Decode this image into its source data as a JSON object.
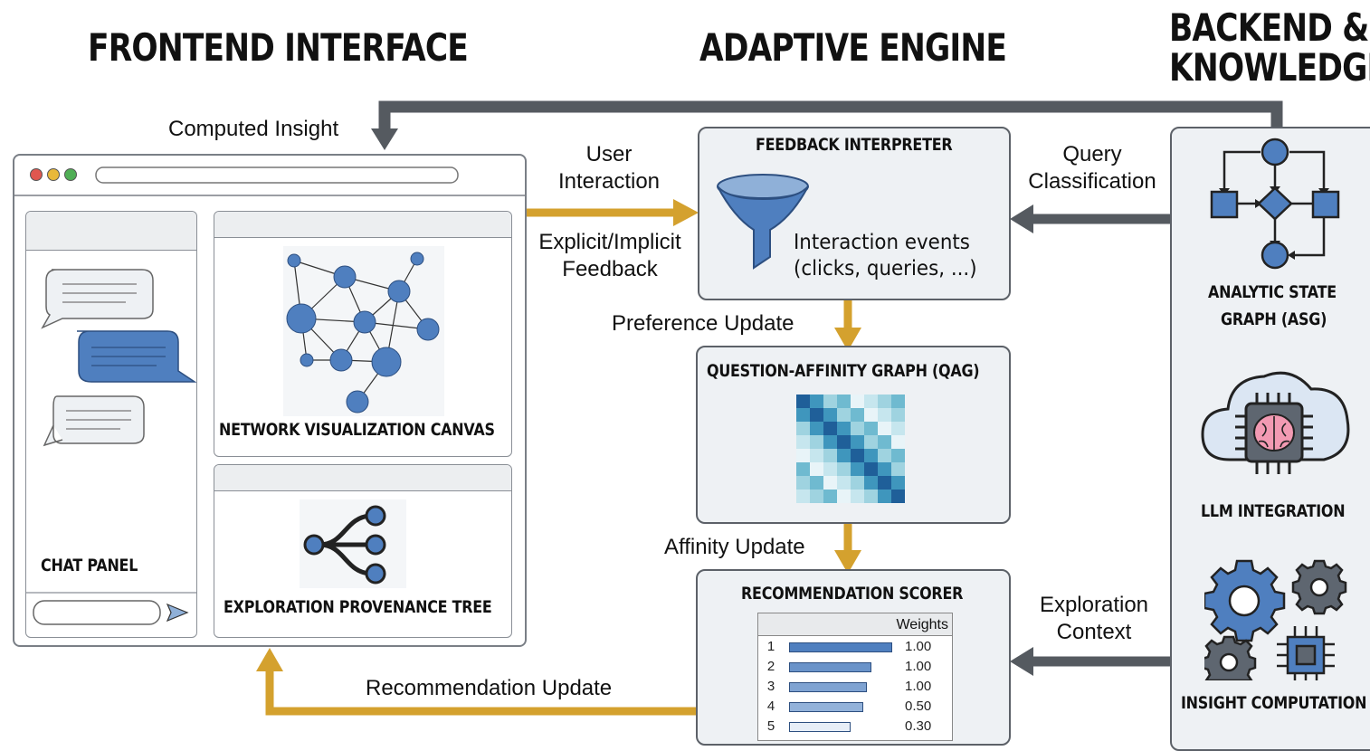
{
  "headings": {
    "frontend": "FRONTEND INTERFACE",
    "engine": "ADAPTIVE ENGINE",
    "backend_line1": "BACKEND &",
    "backend_line2": "KNOWLEDGE"
  },
  "frontend": {
    "chat_panel": "CHAT PANEL",
    "network_canvas": "NETWORK VISUALIZATION CANVAS",
    "provenance_tree": "EXPLORATION PROVENANCE TREE"
  },
  "engine": {
    "feedback_interpreter": {
      "title": "FEEDBACK INTERPRETER",
      "line1": "Interaction events",
      "line2": "(clicks, queries, ...)"
    },
    "qag": {
      "title": "QUESTION-AFFINITY GRAPH (QAG)"
    },
    "scorer": {
      "title": "RECOMMENDATION SCORER",
      "weights_header": "Weights",
      "rows": [
        {
          "rank": "1",
          "weight": "1.00",
          "fill": 1.0
        },
        {
          "rank": "2",
          "weight": "1.00",
          "fill": 0.8
        },
        {
          "rank": "3",
          "weight": "1.00",
          "fill": 0.75
        },
        {
          "rank": "4",
          "weight": "0.50",
          "fill": 0.72
        },
        {
          "rank": "5",
          "weight": "0.30",
          "fill": 0.6
        }
      ]
    }
  },
  "backend": {
    "asg_line1": "ANALYTIC STATE",
    "asg_line2": "GRAPH (ASG)",
    "llm": "LLM INTEGRATION",
    "insight": "INSIGHT COMPUTATION"
  },
  "flows": {
    "computed_insight": "Computed Insight",
    "user_interaction_1": "User",
    "user_interaction_2": "Interaction",
    "explicit_1": "Explicit/Implicit",
    "explicit_2": "Feedback",
    "query_1": "Query",
    "query_2": "Classification",
    "preference_update": "Preference Update",
    "affinity_update": "Affinity Update",
    "exploration_1": "Exploration",
    "exploration_2": "Context",
    "recommendation_update": "Recommendation Update"
  },
  "colors": {
    "gold_arrow": "#d4a12e",
    "gray_arrow": "#555a60",
    "node_blue": "#4f7fbf",
    "box_fill": "#eef1f4"
  }
}
